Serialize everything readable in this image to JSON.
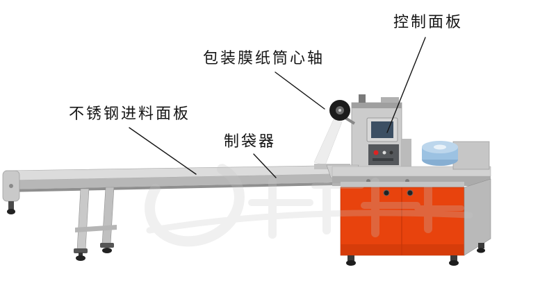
{
  "labels": {
    "control_panel": "控制面板",
    "film_spindle": "包装膜纸筒心轴",
    "feed_panel": "不锈钢进料面板",
    "bag_former": "制袋器"
  },
  "colors": {
    "cabinet_orange": "#e8430d",
    "cabinet_orange_dark": "#d63c0a",
    "film_roll_blue": "#9cc2e2",
    "metal_light": "#d6d6d6",
    "metal_mid": "#b5b5b5",
    "metal_dark": "#8c8c8c",
    "screen_dark": "#3c4f63",
    "leader_line": "#141414",
    "watermark_gray": "#c6c6c6"
  }
}
